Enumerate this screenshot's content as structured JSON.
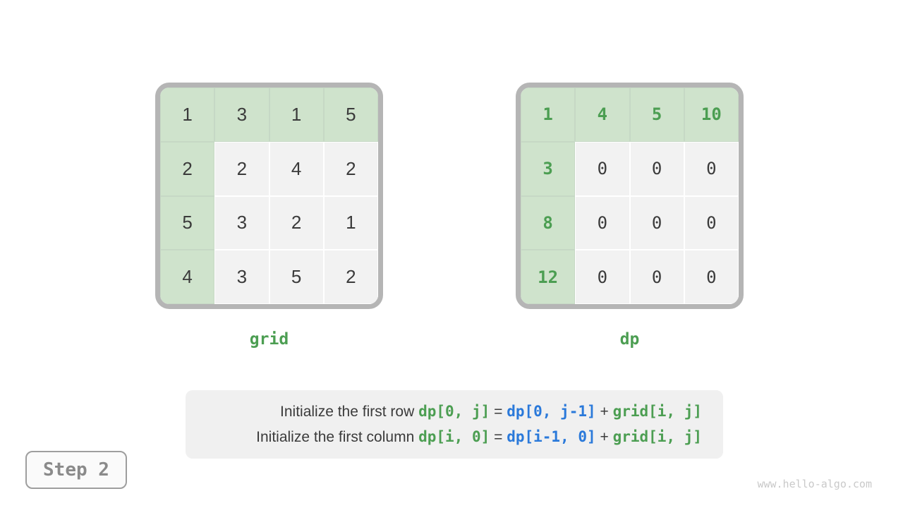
{
  "matrices": {
    "grid": {
      "label": "grid",
      "rows": [
        [
          {
            "v": "1",
            "hl": true
          },
          {
            "v": "3",
            "hl": true
          },
          {
            "v": "1",
            "hl": true
          },
          {
            "v": "5",
            "hl": true
          }
        ],
        [
          {
            "v": "2",
            "hl": true
          },
          {
            "v": "2",
            "hl": false
          },
          {
            "v": "4",
            "hl": false
          },
          {
            "v": "2",
            "hl": false
          }
        ],
        [
          {
            "v": "5",
            "hl": true
          },
          {
            "v": "3",
            "hl": false
          },
          {
            "v": "2",
            "hl": false
          },
          {
            "v": "1",
            "hl": false
          }
        ],
        [
          {
            "v": "4",
            "hl": true
          },
          {
            "v": "3",
            "hl": false
          },
          {
            "v": "5",
            "hl": false
          },
          {
            "v": "2",
            "hl": false
          }
        ]
      ]
    },
    "dp": {
      "label": "dp",
      "rows": [
        [
          {
            "v": "1",
            "hl": true
          },
          {
            "v": "4",
            "hl": true
          },
          {
            "v": "5",
            "hl": true
          },
          {
            "v": "10",
            "hl": true
          }
        ],
        [
          {
            "v": "3",
            "hl": true
          },
          {
            "v": "0",
            "hl": false
          },
          {
            "v": "0",
            "hl": false
          },
          {
            "v": "0",
            "hl": false
          }
        ],
        [
          {
            "v": "8",
            "hl": true
          },
          {
            "v": "0",
            "hl": false
          },
          {
            "v": "0",
            "hl": false
          },
          {
            "v": "0",
            "hl": false
          }
        ],
        [
          {
            "v": "12",
            "hl": true
          },
          {
            "v": "0",
            "hl": false
          },
          {
            "v": "0",
            "hl": false
          },
          {
            "v": "0",
            "hl": false
          }
        ]
      ]
    }
  },
  "caption": {
    "lines": [
      [
        {
          "t": "Initialize the first row ",
          "s": "plain"
        },
        {
          "t": "dp[0, j]",
          "s": "green"
        },
        {
          "t": " = ",
          "s": "plain"
        },
        {
          "t": "dp[0, j-1]",
          "s": "blue"
        },
        {
          "t": " + ",
          "s": "plain"
        },
        {
          "t": "grid[i, j]",
          "s": "green"
        }
      ],
      [
        {
          "t": "Initialize the first column ",
          "s": "plain"
        },
        {
          "t": "dp[i, 0]",
          "s": "green"
        },
        {
          "t": " = ",
          "s": "plain"
        },
        {
          "t": "dp[i-1, 0]",
          "s": "blue"
        },
        {
          "t": " + ",
          "s": "plain"
        },
        {
          "t": "grid[i, j]",
          "s": "green"
        }
      ]
    ]
  },
  "step_badge": {
    "label": "Step 2"
  },
  "watermark": "www.hello-algo.com",
  "colors": {
    "highlight_cell_bg": "#cfe3cc",
    "cell_bg": "#f2f2f2",
    "cell_divider_plain": "#ffffff",
    "cell_divider_green": "#c6d8c5",
    "frame_border": "#b5b5b5",
    "green_text": "#4c9e52",
    "blue_text": "#2a79da",
    "dark_text": "#3b3b3b",
    "caption_bg": "#f0f0f0",
    "badge_border": "#9e9e9e",
    "badge_text": "#8a8a8a",
    "watermark_text": "#c9c9c9"
  }
}
